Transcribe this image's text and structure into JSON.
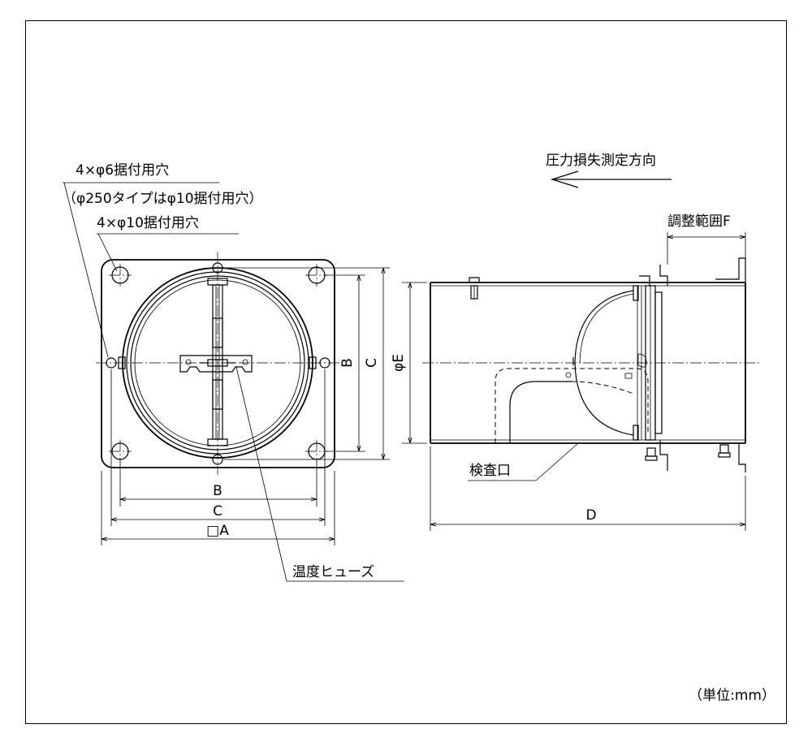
{
  "labels": {
    "hole_small": "4×φ6据付用穴",
    "hole_note": "（φ250タイプはφ10据付用穴）",
    "hole_large": "4×φ10据付用穴",
    "flow_direction": "圧力損失測定方向",
    "adjust_range": "調整範囲F",
    "inspection_port": "検査口",
    "thermal_fuse": "温度ヒューズ",
    "unit": "（単位:mm）"
  },
  "dimensions": {
    "B_horizontal": "B",
    "C_horizontal": "C",
    "A_square": "□A",
    "B_vertical": "B",
    "C_vertical": "C",
    "E_diameter": "φE",
    "D_length": "D"
  }
}
